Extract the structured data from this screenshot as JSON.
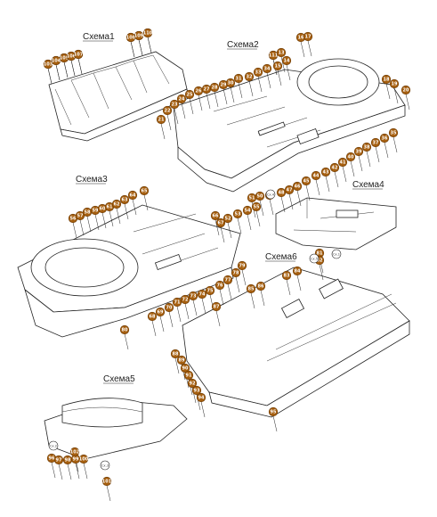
{
  "schemes": [
    {
      "id": "s1",
      "title": "Схема1"
    },
    {
      "id": "s2",
      "title": "Схема2"
    },
    {
      "id": "s3",
      "title": "Схема3"
    },
    {
      "id": "s4",
      "title": "Схема4"
    },
    {
      "id": "s5",
      "title": "Схема5"
    },
    {
      "id": "s6",
      "title": "Схема6"
    }
  ],
  "colors": {
    "badge": "#a65f0f",
    "badge_stroke": "#6b3a05",
    "line": "#222222",
    "ref_circle": "#ffffff"
  },
  "icons": {
    "part_badge": "part-number-badge-icon",
    "ref_circle": "subassembly-reference-circle-icon"
  },
  "badges": [
    {
      "n": "1"
    },
    {
      "n": "2"
    },
    {
      "n": "3"
    },
    {
      "n": "4"
    },
    {
      "n": "5"
    },
    {
      "n": "6"
    },
    {
      "n": "10"
    },
    {
      "n": "11"
    },
    {
      "n": "12"
    },
    {
      "n": "13"
    },
    {
      "n": "14"
    },
    {
      "n": "15"
    },
    {
      "n": "16"
    },
    {
      "n": "17"
    },
    {
      "n": "18"
    },
    {
      "n": "19"
    },
    {
      "n": "20"
    },
    {
      "n": "21"
    },
    {
      "n": "22"
    },
    {
      "n": "23"
    },
    {
      "n": "24"
    },
    {
      "n": "25"
    },
    {
      "n": "26"
    },
    {
      "n": "27"
    },
    {
      "n": "28"
    },
    {
      "n": "29"
    },
    {
      "n": "30"
    },
    {
      "n": "31"
    },
    {
      "n": "32"
    },
    {
      "n": "33"
    },
    {
      "n": "34"
    },
    {
      "n": "35"
    },
    {
      "n": "36"
    },
    {
      "n": "37"
    },
    {
      "n": "38"
    },
    {
      "n": "39"
    },
    {
      "n": "40"
    },
    {
      "n": "41"
    },
    {
      "n": "42"
    },
    {
      "n": "43"
    },
    {
      "n": "44"
    },
    {
      "n": "45"
    },
    {
      "n": "46"
    },
    {
      "n": "47"
    },
    {
      "n": "48"
    },
    {
      "n": "49"
    },
    {
      "n": "50"
    },
    {
      "n": "51"
    },
    {
      "n": "52"
    },
    {
      "n": "53"
    },
    {
      "n": "54"
    },
    {
      "n": "55"
    },
    {
      "n": "56"
    },
    {
      "n": "57"
    },
    {
      "n": "58"
    },
    {
      "n": "59"
    },
    {
      "n": "60"
    },
    {
      "n": "61"
    },
    {
      "n": "62"
    },
    {
      "n": "63"
    },
    {
      "n": "64"
    },
    {
      "n": "65"
    },
    {
      "n": "66"
    },
    {
      "n": "67"
    },
    {
      "n": "68"
    },
    {
      "n": "69"
    },
    {
      "n": "70"
    },
    {
      "n": "71"
    },
    {
      "n": "72"
    },
    {
      "n": "73"
    },
    {
      "n": "74"
    },
    {
      "n": "75"
    },
    {
      "n": "76"
    },
    {
      "n": "77"
    },
    {
      "n": "78"
    },
    {
      "n": "79"
    },
    {
      "n": "80"
    },
    {
      "n": "81"
    },
    {
      "n": "82"
    },
    {
      "n": "83"
    },
    {
      "n": "84"
    },
    {
      "n": "85"
    },
    {
      "n": "86"
    },
    {
      "n": "87"
    },
    {
      "n": "88"
    },
    {
      "n": "89"
    },
    {
      "n": "90"
    },
    {
      "n": "91"
    },
    {
      "n": "92"
    },
    {
      "n": "93"
    },
    {
      "n": "94"
    },
    {
      "n": "95"
    },
    {
      "n": "96"
    },
    {
      "n": "97"
    },
    {
      "n": "98"
    },
    {
      "n": "99"
    },
    {
      "n": "100"
    },
    {
      "n": "101"
    },
    {
      "n": "102"
    },
    {
      "n": "103"
    },
    {
      "n": "104"
    },
    {
      "n": "105"
    },
    {
      "n": "106"
    },
    {
      "n": "107"
    },
    {
      "n": "108"
    },
    {
      "n": "109"
    },
    {
      "n": "110"
    },
    {
      "n": "111"
    }
  ],
  "refs": [
    {
      "label": "Сх.1"
    },
    {
      "label": "Сх.2"
    },
    {
      "label": "Сх.3"
    },
    {
      "label": "Сх.4"
    },
    {
      "label": "Сх.5"
    }
  ]
}
